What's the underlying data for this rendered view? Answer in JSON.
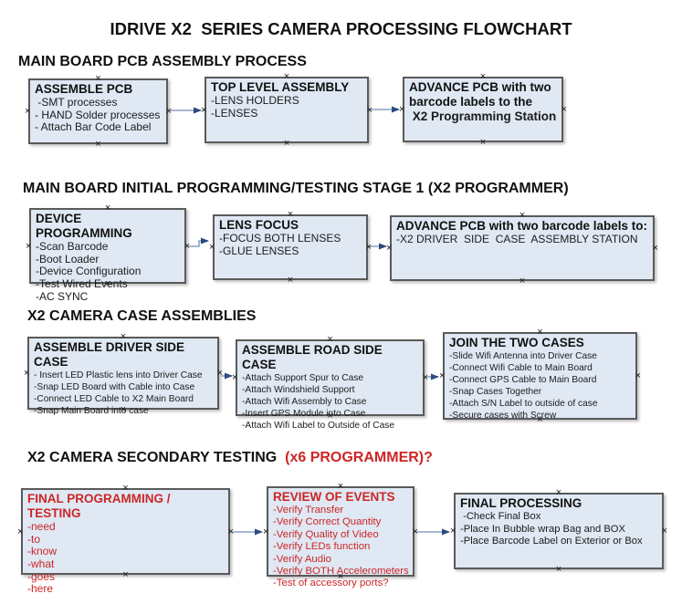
{
  "title": "IDRIVE X2  SERIES CAMERA PROCESSING FLOWCHART",
  "connection_marker": "×",
  "colors": {
    "box_fill": "#dfe8f3",
    "box_border": "#5a5a5a",
    "arrow_line": "#8aa2c4",
    "arrow_head": "#2c4a7c",
    "red_text": "#cc2626",
    "black_text": "#111111"
  },
  "sections": [
    {
      "heading": "MAIN BOARD PCB ASSEMBLY PROCESS",
      "boxes": [
        {
          "title": "ASSEMBLE PCB",
          "items": [
            " -SMT processes",
            "- HAND Solder processes",
            "- Attach Bar Code Label"
          ]
        },
        {
          "title": "TOP LEVEL ASSEMBLY",
          "items": [
            "-LENS HOLDERS",
            "-LENSES"
          ]
        },
        {
          "title": "ADVANCE PCB with two barcode labels to the",
          "items": [
            " X2 Programming Station"
          ]
        }
      ]
    },
    {
      "heading": "MAIN BOARD INITIAL PROGRAMMING/TESTING STAGE 1 (X2 PROGRAMMER)",
      "boxes": [
        {
          "title": "DEVICE PROGRAMMING",
          "items": [
            "-Scan Barcode",
            "-Boot Loader",
            "-Device Configuration",
            "-Test Wired Events",
            "-AC SYNC"
          ]
        },
        {
          "title": "LENS FOCUS",
          "items": [
            "-FOCUS BOTH LENSES",
            "-GLUE LENSES"
          ]
        },
        {
          "title": "ADVANCE PCB with two barcode labels to:",
          "items": [
            "-X2 DRIVER  SIDE  CASE  ASSEMBLY STATION"
          ]
        }
      ]
    },
    {
      "heading": "X2 CAMERA CASE ASSEMBLIES",
      "boxes": [
        {
          "title": "ASSEMBLE DRIVER SIDE CASE",
          "items": [
            "- Insert LED Plastic lens into Driver Case",
            "-Snap LED Board with Cable into Case",
            "-Connect LED Cable to X2 Main Board",
            "-Snap Main Board into case"
          ]
        },
        {
          "title": "ASSEMBLE ROAD SIDE CASE",
          "items": [
            "-Attach Support Spur to Case",
            "-Attach Windshield Support",
            "-Attach Wifi Assembly to Case",
            "-Insert GPS Module into Case",
            "-Attach Wifi Label to Outside of Case"
          ]
        },
        {
          "title": "JOIN THE TWO CASES",
          "items": [
            "-Slide Wifi Antenna into Driver Case",
            "-Connect Wifi Cable to Main Board",
            "-Connect GPS Cable to Main Board",
            "-Snap Cases Together",
            "-Attach S/N Label to outside of case",
            "-Secure cases with Screw"
          ]
        }
      ]
    },
    {
      "heading": "X2 CAMERA SECONDARY TESTING ",
      "heading_red": " (x6 PROGRAMMER)?",
      "boxes": [
        {
          "title": "FINAL PROGRAMMING / TESTING",
          "items": [
            "-need",
            "-to",
            "-know",
            "-what",
            "-goes",
            "-here"
          ]
        },
        {
          "title": "REVIEW OF EVENTS",
          "items": [
            "-Verify Transfer",
            "-Verify Correct Quantity",
            "-Verify Quality of Video",
            "-Verify LEDs function",
            "-Verify Audio",
            "-Verify BOTH Accelerometers",
            "-Test of accessory ports?"
          ]
        },
        {
          "title": "FINAL PROCESSING",
          "items": [
            " -Check Final Box",
            "-Place In Bubble wrap Bag and BOX",
            "-Place Barcode Label on Exterior or Box"
          ]
        }
      ]
    }
  ]
}
